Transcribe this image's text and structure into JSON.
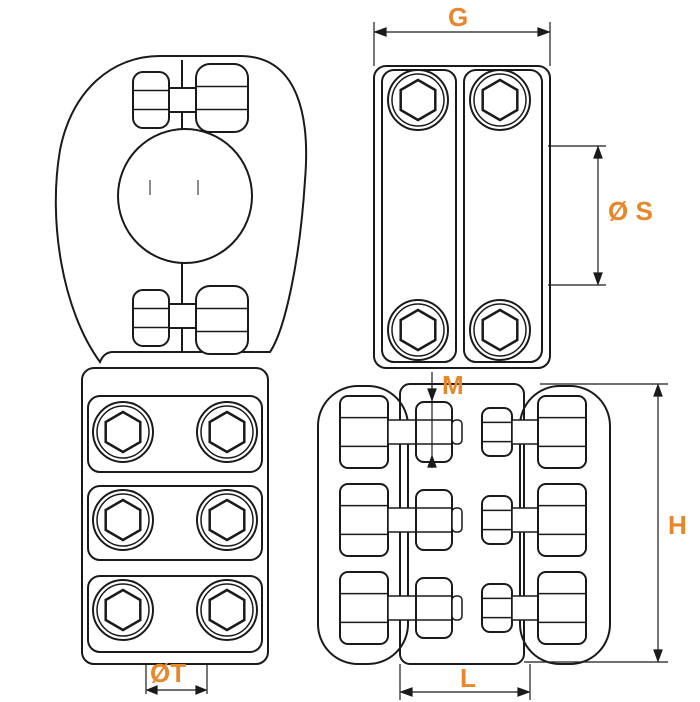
{
  "colors": {
    "line": "#1a1a1a",
    "dimension_text": "#e8862a",
    "background": "#ffffff"
  },
  "dimensions": {
    "g": "G",
    "s": "Ø S",
    "m": "M",
    "h": "H",
    "l": "L",
    "t": "ØT"
  }
}
